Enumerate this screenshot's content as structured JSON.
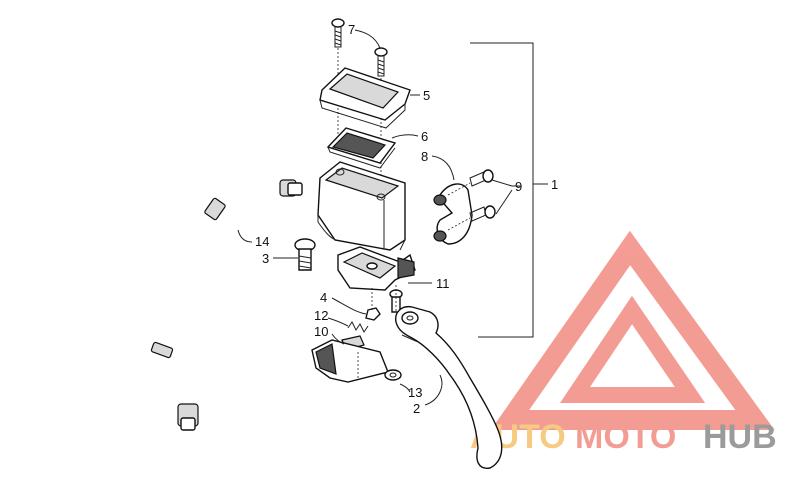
{
  "diagram": {
    "callouts": [
      {
        "id": "c1",
        "text": "1"
      },
      {
        "id": "c2",
        "text": "2"
      },
      {
        "id": "c3",
        "text": "3"
      },
      {
        "id": "c4",
        "text": "4"
      },
      {
        "id": "c5",
        "text": "5"
      },
      {
        "id": "c6",
        "text": "6"
      },
      {
        "id": "c7",
        "text": "7"
      },
      {
        "id": "c8",
        "text": "8"
      },
      {
        "id": "c9",
        "text": "9"
      },
      {
        "id": "c10",
        "text": "10"
      },
      {
        "id": "c11",
        "text": "11"
      },
      {
        "id": "c12",
        "text": "12"
      },
      {
        "id": "c13",
        "text": "13"
      },
      {
        "id": "c14",
        "text": "14"
      }
    ]
  },
  "watermark": {
    "part1": "AUTO",
    "part2": "MOTO",
    "part3": "HUB",
    "colors": {
      "triangle": "#f28b82",
      "auto": "#f5c16c",
      "moto": "#f28b82",
      "hub": "#8a8a8a"
    }
  }
}
